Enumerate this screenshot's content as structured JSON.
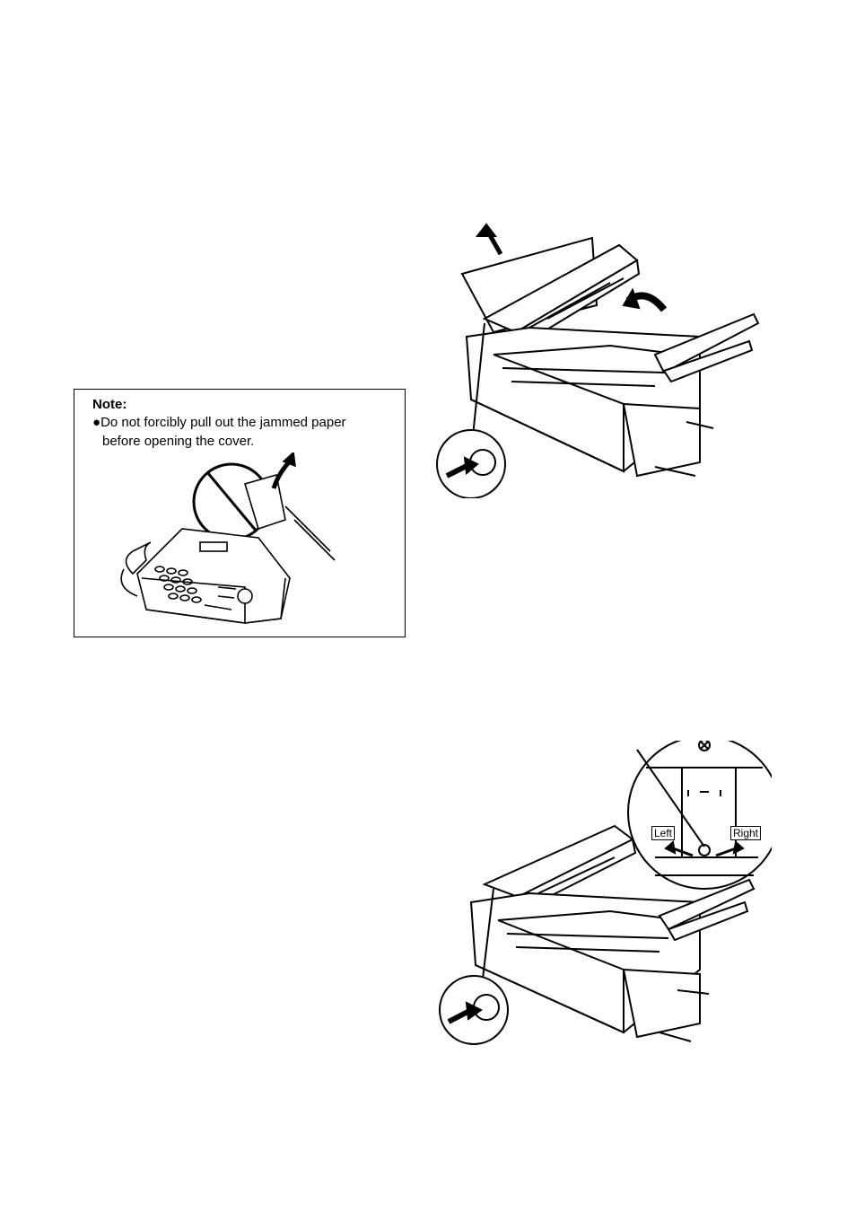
{
  "note": {
    "title": "Note:",
    "bullet": "●",
    "text_line1": "Do not forcibly pull out the jammed paper",
    "text_line2": "before opening the cover."
  },
  "illustrations": {
    "open_cover": {
      "icon": "fax-open-cover-illustration"
    },
    "note_pull": {
      "icon": "fax-pull-paper-illustration"
    },
    "lever": {
      "icon": "fax-lever-adjust-illustration",
      "left_label": "Left",
      "right_label": "Right"
    }
  }
}
